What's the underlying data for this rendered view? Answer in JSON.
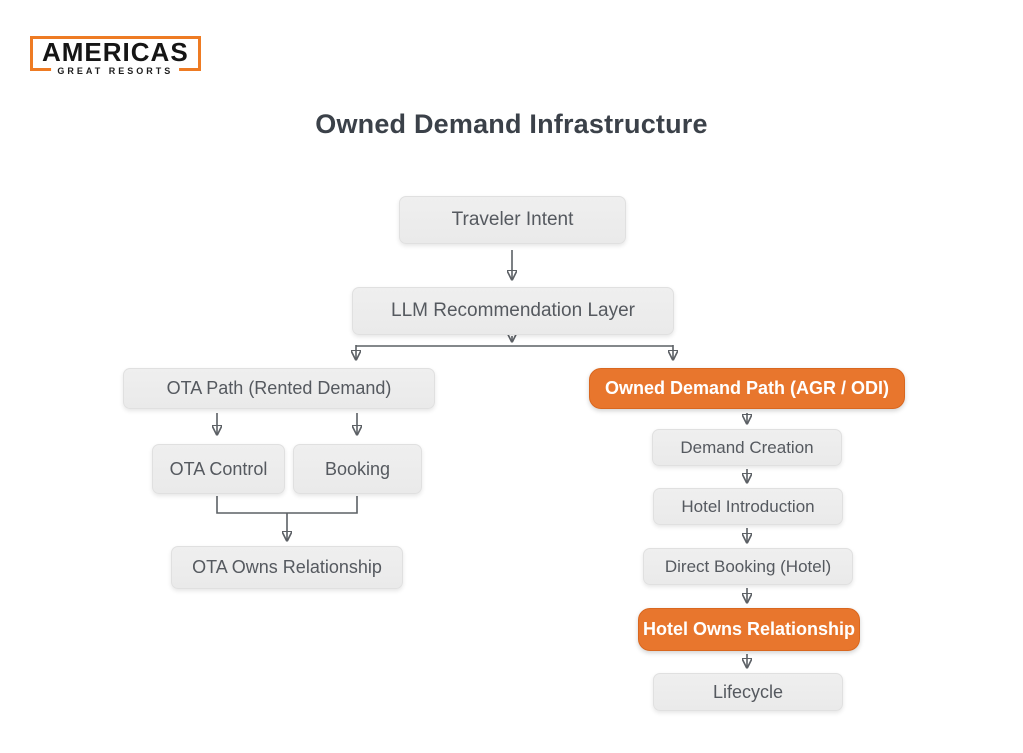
{
  "logo": {
    "primary": "AMERICAS",
    "secondary": "GREAT RESORTS"
  },
  "title": "Owned Demand Infrastructure",
  "colors": {
    "background": "#FFFFFF",
    "accent_orange": "#E8762D",
    "logo_orange": "#EE7B23",
    "box_gray": "#ECECEC",
    "box_text": "#55595F",
    "title_text": "#3B4149",
    "connector": "#5C6065"
  },
  "diagram": {
    "nodes": {
      "traveler_intent": {
        "label": "Traveler Intent",
        "variant": "gray"
      },
      "llm_layer": {
        "label": "LLM Recommendation Layer",
        "variant": "gray"
      },
      "ota_path": {
        "label": "OTA Path (Rented Demand)",
        "variant": "gray"
      },
      "ota_control": {
        "label": "OTA Control",
        "variant": "gray"
      },
      "booking": {
        "label": "Booking",
        "variant": "gray"
      },
      "ota_owns": {
        "label": "OTA Owns Relationship",
        "variant": "gray"
      },
      "owned_path": {
        "label": "Owned Demand Path (AGR / ODI)",
        "variant": "orange"
      },
      "demand_creation": {
        "label": "Demand Creation",
        "variant": "gray"
      },
      "hotel_intro": {
        "label": "Hotel Introduction",
        "variant": "gray"
      },
      "direct_booking": {
        "label": "Direct Booking (Hotel)",
        "variant": "gray"
      },
      "hotel_owns": {
        "label": "Hotel Owns Relationship",
        "variant": "orange"
      },
      "lifecycle": {
        "label": "Lifecycle",
        "variant": "gray"
      }
    },
    "edges": [
      {
        "from": "traveler_intent",
        "to": "llm_layer"
      },
      {
        "from": "llm_layer",
        "to": "ota_path"
      },
      {
        "from": "llm_layer",
        "to": "owned_path"
      },
      {
        "from": "ota_path",
        "to": "ota_control"
      },
      {
        "from": "ota_path",
        "to": "booking"
      },
      {
        "from": "ota_control",
        "to": "ota_owns"
      },
      {
        "from": "booking",
        "to": "ota_owns"
      },
      {
        "from": "owned_path",
        "to": "demand_creation"
      },
      {
        "from": "demand_creation",
        "to": "hotel_intro"
      },
      {
        "from": "hotel_intro",
        "to": "direct_booking"
      },
      {
        "from": "direct_booking",
        "to": "hotel_owns"
      },
      {
        "from": "hotel_owns",
        "to": "lifecycle"
      }
    ]
  }
}
